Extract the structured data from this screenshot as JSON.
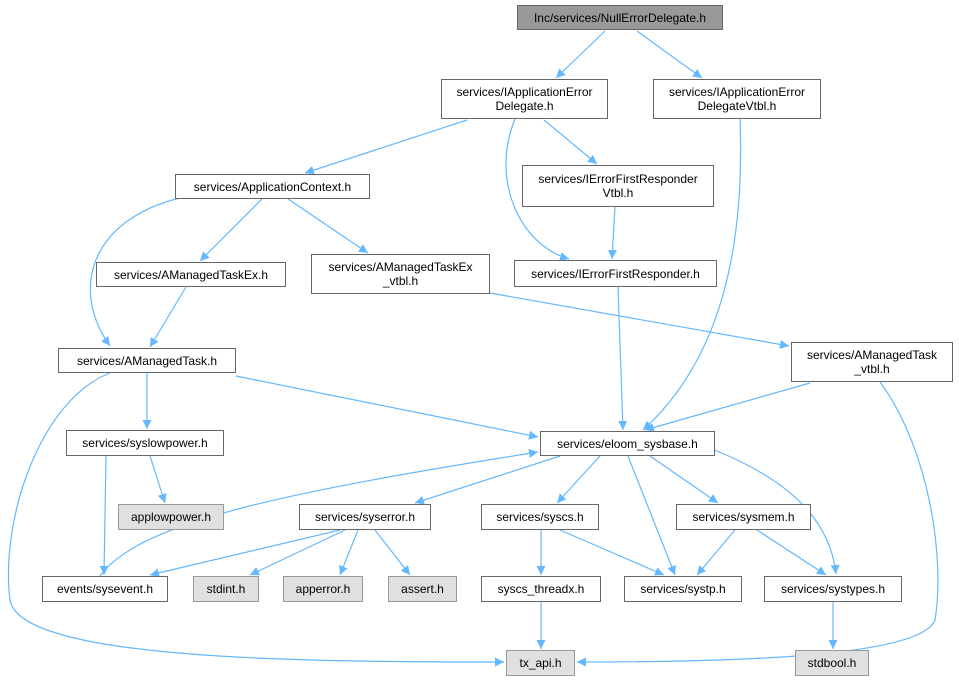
{
  "graph": {
    "edge_color": "#63b8ff",
    "nodes": [
      {
        "id": "root",
        "lines": [
          "Inc/services/NullErrorDelegate.h"
        ],
        "kind": "root"
      },
      {
        "id": "iaed",
        "lines": [
          "services/IApplicationError",
          "Delegate.h"
        ],
        "kind": "normal"
      },
      {
        "id": "iaedv",
        "lines": [
          "services/IApplicationError",
          "DelegateVtbl.h"
        ],
        "kind": "normal"
      },
      {
        "id": "appctx",
        "lines": [
          "services/ApplicationContext.h"
        ],
        "kind": "normal"
      },
      {
        "id": "iefrv",
        "lines": [
          "services/IErrorFirstResponder",
          "Vtbl.h"
        ],
        "kind": "normal"
      },
      {
        "id": "amtex",
        "lines": [
          "services/AManagedTaskEx.h"
        ],
        "kind": "normal"
      },
      {
        "id": "amtexv",
        "lines": [
          "services/AManagedTaskEx",
          "_vtbl.h"
        ],
        "kind": "normal"
      },
      {
        "id": "iefr",
        "lines": [
          "services/IErrorFirstResponder.h"
        ],
        "kind": "normal"
      },
      {
        "id": "amt",
        "lines": [
          "services/AManagedTask.h"
        ],
        "kind": "normal"
      },
      {
        "id": "amtv",
        "lines": [
          "services/AManagedTask",
          "_vtbl.h"
        ],
        "kind": "normal"
      },
      {
        "id": "syslp",
        "lines": [
          "services/syslowpower.h"
        ],
        "kind": "normal"
      },
      {
        "id": "sysbase",
        "lines": [
          "services/eloom_sysbase.h"
        ],
        "kind": "normal"
      },
      {
        "id": "applp",
        "lines": [
          "applowpower.h"
        ],
        "kind": "ext"
      },
      {
        "id": "syserr",
        "lines": [
          "services/syserror.h"
        ],
        "kind": "normal"
      },
      {
        "id": "syscs",
        "lines": [
          "services/syscs.h"
        ],
        "kind": "normal"
      },
      {
        "id": "sysmem",
        "lines": [
          "services/sysmem.h"
        ],
        "kind": "normal"
      },
      {
        "id": "sysev",
        "lines": [
          "events/sysevent.h"
        ],
        "kind": "normal"
      },
      {
        "id": "stdint",
        "lines": [
          "stdint.h"
        ],
        "kind": "ext"
      },
      {
        "id": "apperr",
        "lines": [
          "apperror.h"
        ],
        "kind": "ext"
      },
      {
        "id": "assert",
        "lines": [
          "assert.h"
        ],
        "kind": "ext"
      },
      {
        "id": "csthr",
        "lines": [
          "syscs_threadx.h"
        ],
        "kind": "normal"
      },
      {
        "id": "systp",
        "lines": [
          "services/systp.h"
        ],
        "kind": "normal"
      },
      {
        "id": "systypes",
        "lines": [
          "services/systypes.h"
        ],
        "kind": "normal"
      },
      {
        "id": "txapi",
        "lines": [
          "tx_api.h"
        ],
        "kind": "ext"
      },
      {
        "id": "stdbool",
        "lines": [
          "stdbool.h"
        ],
        "kind": "ext"
      }
    ],
    "edges": [
      [
        "root",
        "iaed"
      ],
      [
        "root",
        "iaedv"
      ],
      [
        "iaed",
        "appctx"
      ],
      [
        "iaed",
        "iefrv"
      ],
      [
        "iaed",
        "iefr"
      ],
      [
        "iaedv",
        "sysbase"
      ],
      [
        "appctx",
        "amt"
      ],
      [
        "appctx",
        "amtex"
      ],
      [
        "appctx",
        "amtexv"
      ],
      [
        "iefrv",
        "iefr"
      ],
      [
        "iefr",
        "sysbase"
      ],
      [
        "amtex",
        "amt"
      ],
      [
        "amtexv",
        "amtv"
      ],
      [
        "amt",
        "syslp"
      ],
      [
        "amt",
        "sysbase"
      ],
      [
        "amt",
        "txapi"
      ],
      [
        "amtv",
        "sysbase"
      ],
      [
        "amtv",
        "txapi"
      ],
      [
        "syslp",
        "applp"
      ],
      [
        "syslp",
        "sysev"
      ],
      [
        "sysbase",
        "syserr"
      ],
      [
        "sysbase",
        "syscs"
      ],
      [
        "sysbase",
        "sysmem"
      ],
      [
        "sysbase",
        "systp"
      ],
      [
        "sysbase",
        "systypes"
      ],
      [
        "sysev",
        "sysbase"
      ],
      [
        "syserr",
        "sysev"
      ],
      [
        "syserr",
        "stdint"
      ],
      [
        "syserr",
        "apperr"
      ],
      [
        "syserr",
        "assert"
      ],
      [
        "syscs",
        "csthr"
      ],
      [
        "syscs",
        "systp"
      ],
      [
        "sysmem",
        "systp"
      ],
      [
        "sysmem",
        "systypes"
      ],
      [
        "csthr",
        "txapi"
      ],
      [
        "systypes",
        "stdbool"
      ]
    ]
  }
}
